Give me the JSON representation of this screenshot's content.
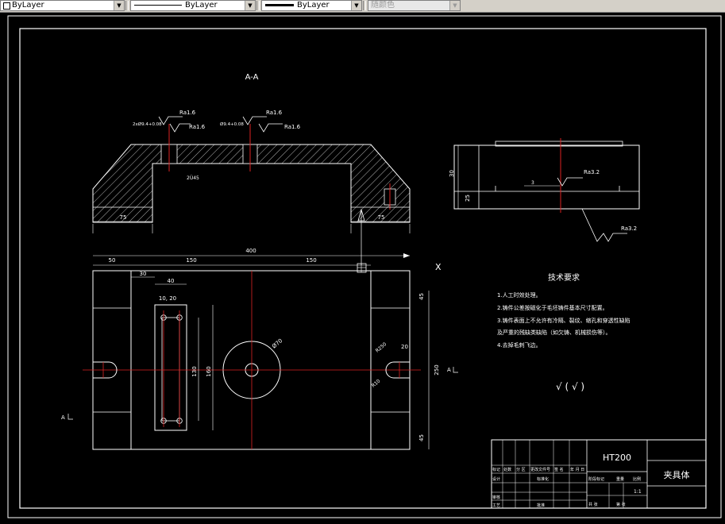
{
  "toolbar": {
    "layer_color": "ByLayer",
    "linetype": "ByLayer",
    "lineweight": "ByLayer",
    "plot_style": "随颜色"
  },
  "drawing": {
    "section_label": "A-A",
    "view_arrow_label": "X",
    "section_marker_left": "A",
    "section_marker_right": "A",
    "roughness": [
      "Ra1.6",
      "Ra1.6",
      "Ra1.6",
      "Ra1.6",
      "Ra3.2",
      "Ra3.2"
    ],
    "tolerance_left": "2xØ9.4+0.08",
    "tolerance_right": "Ø9.4+0.08",
    "thickness_label": "2Ù45",
    "dims": {
      "sec_left_75": "75",
      "sec_right_75": "75",
      "overall_400": "400",
      "d50": "50",
      "d150a": "150",
      "d150b": "150",
      "d30": "30",
      "d40": "40",
      "d10_20": "10, 20",
      "d130": "130",
      "d160": "160",
      "d45a": "45",
      "d45b": "45",
      "d250": "250",
      "d20": "20",
      "r250": "R250",
      "r10": "R10",
      "phi": "Ø70",
      "side_30": "30",
      "side_25": "25",
      "side_3": "3"
    },
    "tech_title": "技术要求",
    "tech_items": [
      "1.人工时效处理。",
      "2.铸件公差按磁化于毛坯铸件基本尺寸配置。",
      "3.铸件表面上不允许有冷隔、裂纹、缩孔和穿透性缺陷",
      "及严重的残缺类缺陷（如欠铸、机械损伤等）。",
      "4.去掉毛刺飞边。"
    ],
    "rough_symbol_text": "√ ( √ )",
    "title_block": {
      "material": "HT200",
      "part_name": "夹具体",
      "scale": "1:1",
      "cells": [
        "标记",
        "处数",
        "分 区",
        "更改文件号",
        "签 名",
        "年 月 日",
        "设计",
        "标准化",
        "审核",
        "工艺",
        "批准",
        "阶段标记",
        "重量",
        "比例",
        "共 张",
        "第 张"
      ]
    }
  }
}
